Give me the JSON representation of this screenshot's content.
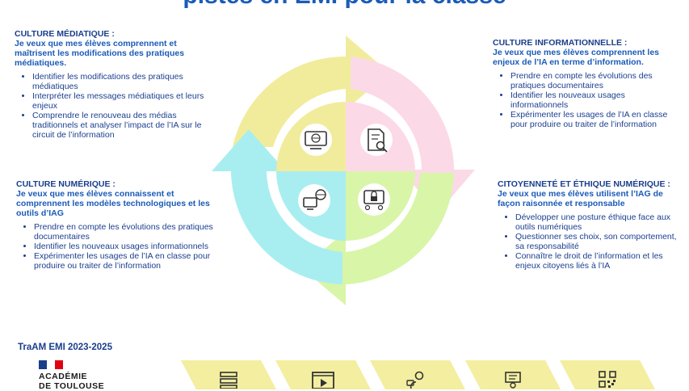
{
  "title": "pistes en EMI pour la classe",
  "blocks": {
    "mediatique": {
      "heading": "CULTURE MÉDIATIQUE :",
      "intro": "Je veux que mes élèves comprennent et maîtrisent les modifications des pratiques médiatiques.",
      "items": [
        "Identifier les modifications des pratiques médiatiques",
        "Interpréter les messages médiatiques et leurs enjeux",
        "Comprendre le renouveau des médias traditionnels et analyser l’impact de l’IA sur le circuit de l’information"
      ]
    },
    "informationnelle": {
      "heading": "CULTURE INFORMATIONNELLE :",
      "intro": "Je veux que mes élèves comprennent les enjeux de l’IA en terme d’information.",
      "items": [
        "Prendre en compte les évolutions des pratiques documentaires",
        "Identifier les nouveaux usages informationnels",
        "Expérimenter les usages de l’IA en classe pour produire ou traiter de l’information"
      ]
    },
    "numerique": {
      "heading": "CULTURE NUMÉRIQUE :",
      "intro": "Je veux que mes élèves connaissent et comprennent les modèles technologiques et les outils d’IAG",
      "items": [
        "Prendre en compte les évolutions des pratiques documentaires",
        "Identifier les nouveaux usages informationnels",
        "Expérimenter les usages de l’IA en classe pour produire ou traiter de l’information"
      ]
    },
    "citoyennete": {
      "heading": "CITOYENNETÉ ET ÉTHIQUE NUMÉRIQUE :",
      "intro": "Je veux que mes élèves utilisent l’IAG de façon raisonnée et responsable",
      "items": [
        "Développer une posture éthique face aux outils numériques",
        "Questionner ses choix, son comportement, sa responsabilité",
        "Connaître le droit de l’information et les enjeux citoyens liés à l’IA"
      ]
    }
  },
  "footer": {
    "label": "TraAM EMI 2023-2025",
    "logo_line1": "ACADÉMIE",
    "logo_line2": "DE TOULOUSE"
  },
  "icons": {
    "center": [
      "computer-network-icon",
      "document-search-icon",
      "network-devices-icon",
      "security-lock-icon"
    ],
    "footer": [
      "list-icon",
      "video-player-icon",
      "people-chat-icon",
      "presentation-icon",
      "qr-code-icon"
    ]
  },
  "colors": {
    "yellow": "#f1ec9b",
    "pink": "#fcd9e6",
    "green": "#d8f5a8",
    "cyan": "#a8eef0",
    "navy": "#1a3e8c",
    "blue": "#1a5bb8"
  }
}
